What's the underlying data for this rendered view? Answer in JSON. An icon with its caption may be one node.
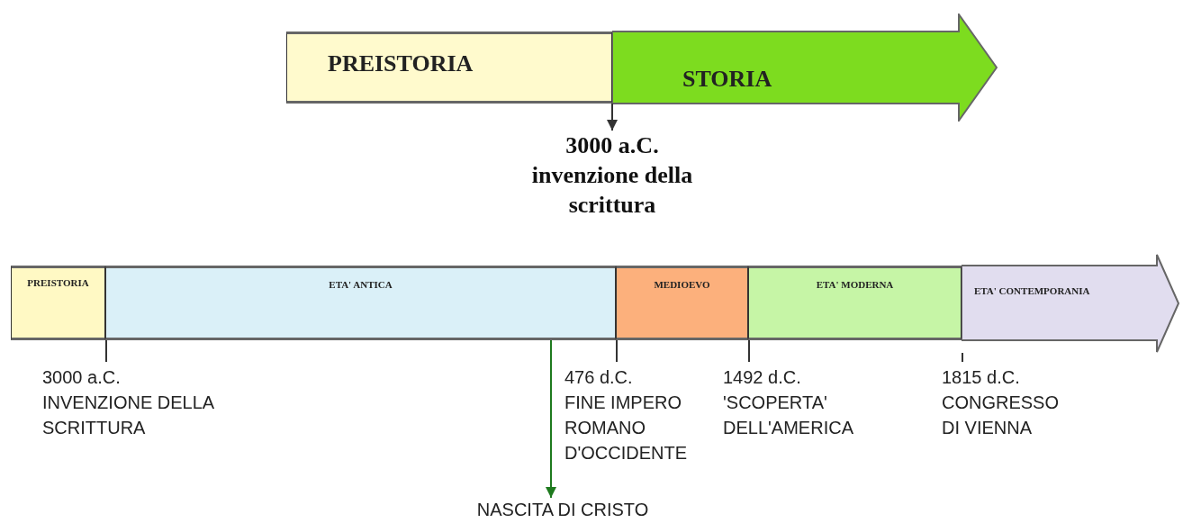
{
  "diagram": {
    "nodes": [
      {
        "text": [
          "PREISTORIA"
        ]
      },
      {
        "text": [
          "STORIA"
        ]
      },
      {
        "text": [
          "3000 a.C.",
          "invenzione della scrittura"
        ]
      },
      {
        "text": [
          "PREISTORIA"
        ]
      },
      {
        "text": [
          "ETA' ANTICA"
        ]
      },
      {
        "text": [
          "MEDIOEVO"
        ]
      },
      {
        "text": [
          "ETA' MODERNA"
        ]
      },
      {
        "text": [
          "ETA' CONTEMPORANIA"
        ]
      },
      {
        "text": [
          "3000 a.C.",
          "INVENZIONE DELLA SCRITTURA"
        ]
      },
      {
        "text": [
          "476 d.C.",
          "FINE IMPERO ROMANO D'OCCIDENTE"
        ]
      },
      {
        "text": [
          "1492 d.C.",
          "'SCOPERTA' DELL'AMERICA"
        ]
      },
      {
        "text": [
          "1815 d.C.",
          "CONGRESSO DI VIENNA"
        ]
      },
      {
        "text": [
          "NASCITA DI CRISTO"
        ]
      }
    ],
    "edges": [
      {
        "from": 0,
        "to": 2,
        "arrow": "to"
      },
      {
        "from": 4,
        "to": 8,
        "arrow": "none"
      },
      {
        "from": 5,
        "to": 9,
        "arrow": "none"
      },
      {
        "from": 6,
        "to": 10,
        "arrow": "none"
      },
      {
        "from": 7,
        "to": 11,
        "arrow": "none"
      },
      {
        "from": 4,
        "to": 12,
        "arrow": "to",
        "color": "#1e7a1e"
      }
    ]
  }
}
